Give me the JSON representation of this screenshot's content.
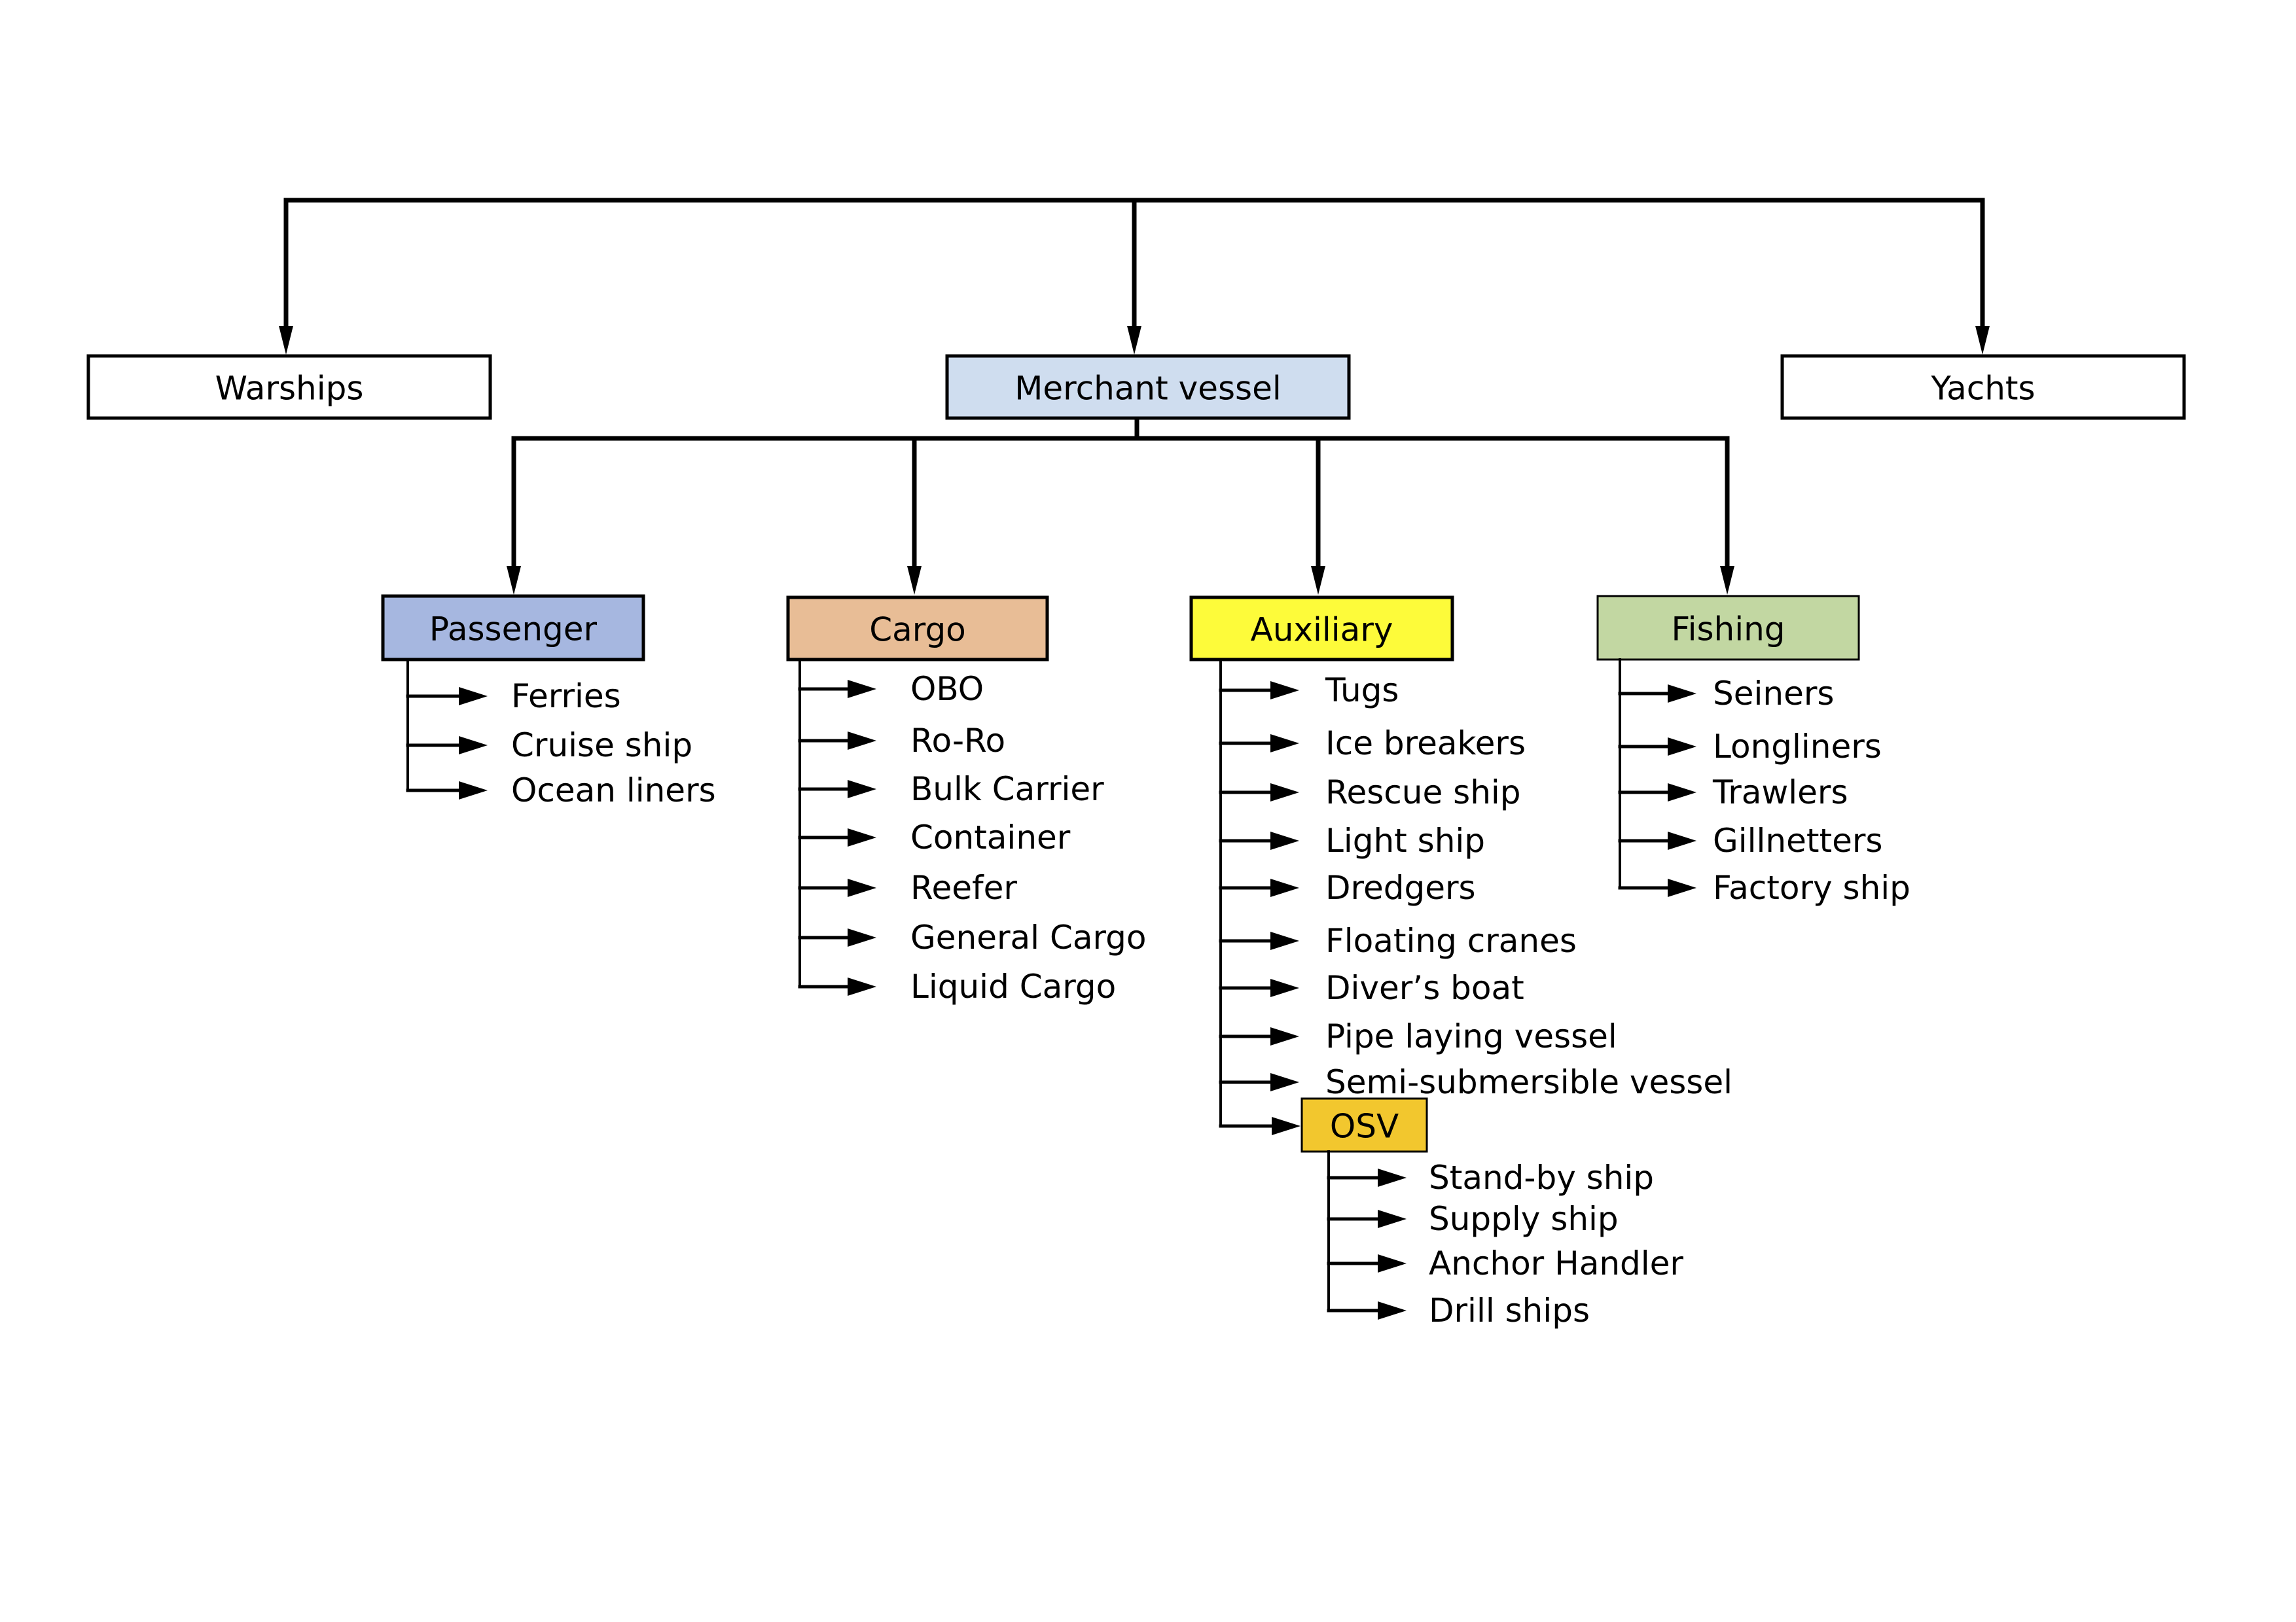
{
  "diagram": {
    "root_children": [
      {
        "label": "Warships",
        "fill": "#ffffff"
      },
      {
        "label": "Merchant vessel",
        "fill": "#CFDDEF"
      },
      {
        "label": "Yachts",
        "fill": "#ffffff"
      }
    ],
    "categories": [
      {
        "label": "Passenger",
        "fill": "#A6B7E0",
        "items": [
          "Ferries",
          "Cruise ship",
          "Ocean liners"
        ]
      },
      {
        "label": "Cargo",
        "fill": "#E8BD96",
        "items": [
          "OBO",
          "Ro-Ro",
          "Bulk Carrier",
          "Container",
          "Reefer",
          "General Cargo",
          "Liquid Cargo"
        ]
      },
      {
        "label": "Auxiliary",
        "fill": "#FDFB3A",
        "items": [
          "Tugs",
          "Ice breakers",
          "Rescue ship",
          "Light ship",
          "Dredgers",
          "Floating cranes",
          "Diver’s boat",
          "Pipe laying vessel",
          "Semi-submersible vessel"
        ]
      },
      {
        "label": "Fishing",
        "fill": "#C2D7A2",
        "items": [
          "Seiners",
          "Longliners",
          "Trawlers",
          "Gillnetters",
          "Factory ship"
        ]
      }
    ],
    "osv": {
      "label": "OSV",
      "fill": "#F2C72E",
      "items": [
        "Stand-by ship",
        "Supply ship",
        "Anchor Handler",
        "Drill ships"
      ]
    }
  }
}
